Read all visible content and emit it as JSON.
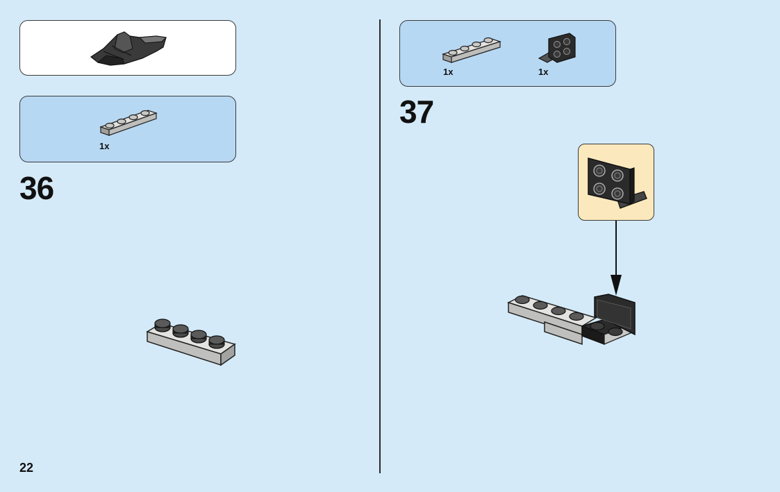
{
  "page_number": "22",
  "left_column": {
    "submodel_callout": {
      "icon": "dark-claw-submodel-icon"
    },
    "parts_list": {
      "items": [
        {
          "icon": "gray-plate-1x4-icon",
          "quantity": "1x"
        }
      ]
    },
    "step": {
      "number": "36"
    }
  },
  "right_column": {
    "parts_list": {
      "items": [
        {
          "icon": "gray-plate-1x4-icon",
          "quantity": "1x"
        },
        {
          "icon": "black-bracket-icon",
          "quantity": "1x"
        }
      ]
    },
    "step": {
      "number": "37"
    },
    "subassembly_callout": {
      "icon": "black-bracket-2x2-icon"
    }
  },
  "colors": {
    "background": "#d4eaf8",
    "parts_box": "#b7d8f3",
    "callout_yellow": "#fbe9bd",
    "light_gray_brick": "#c6c6c4",
    "black_brick": "#2b2b2b"
  }
}
